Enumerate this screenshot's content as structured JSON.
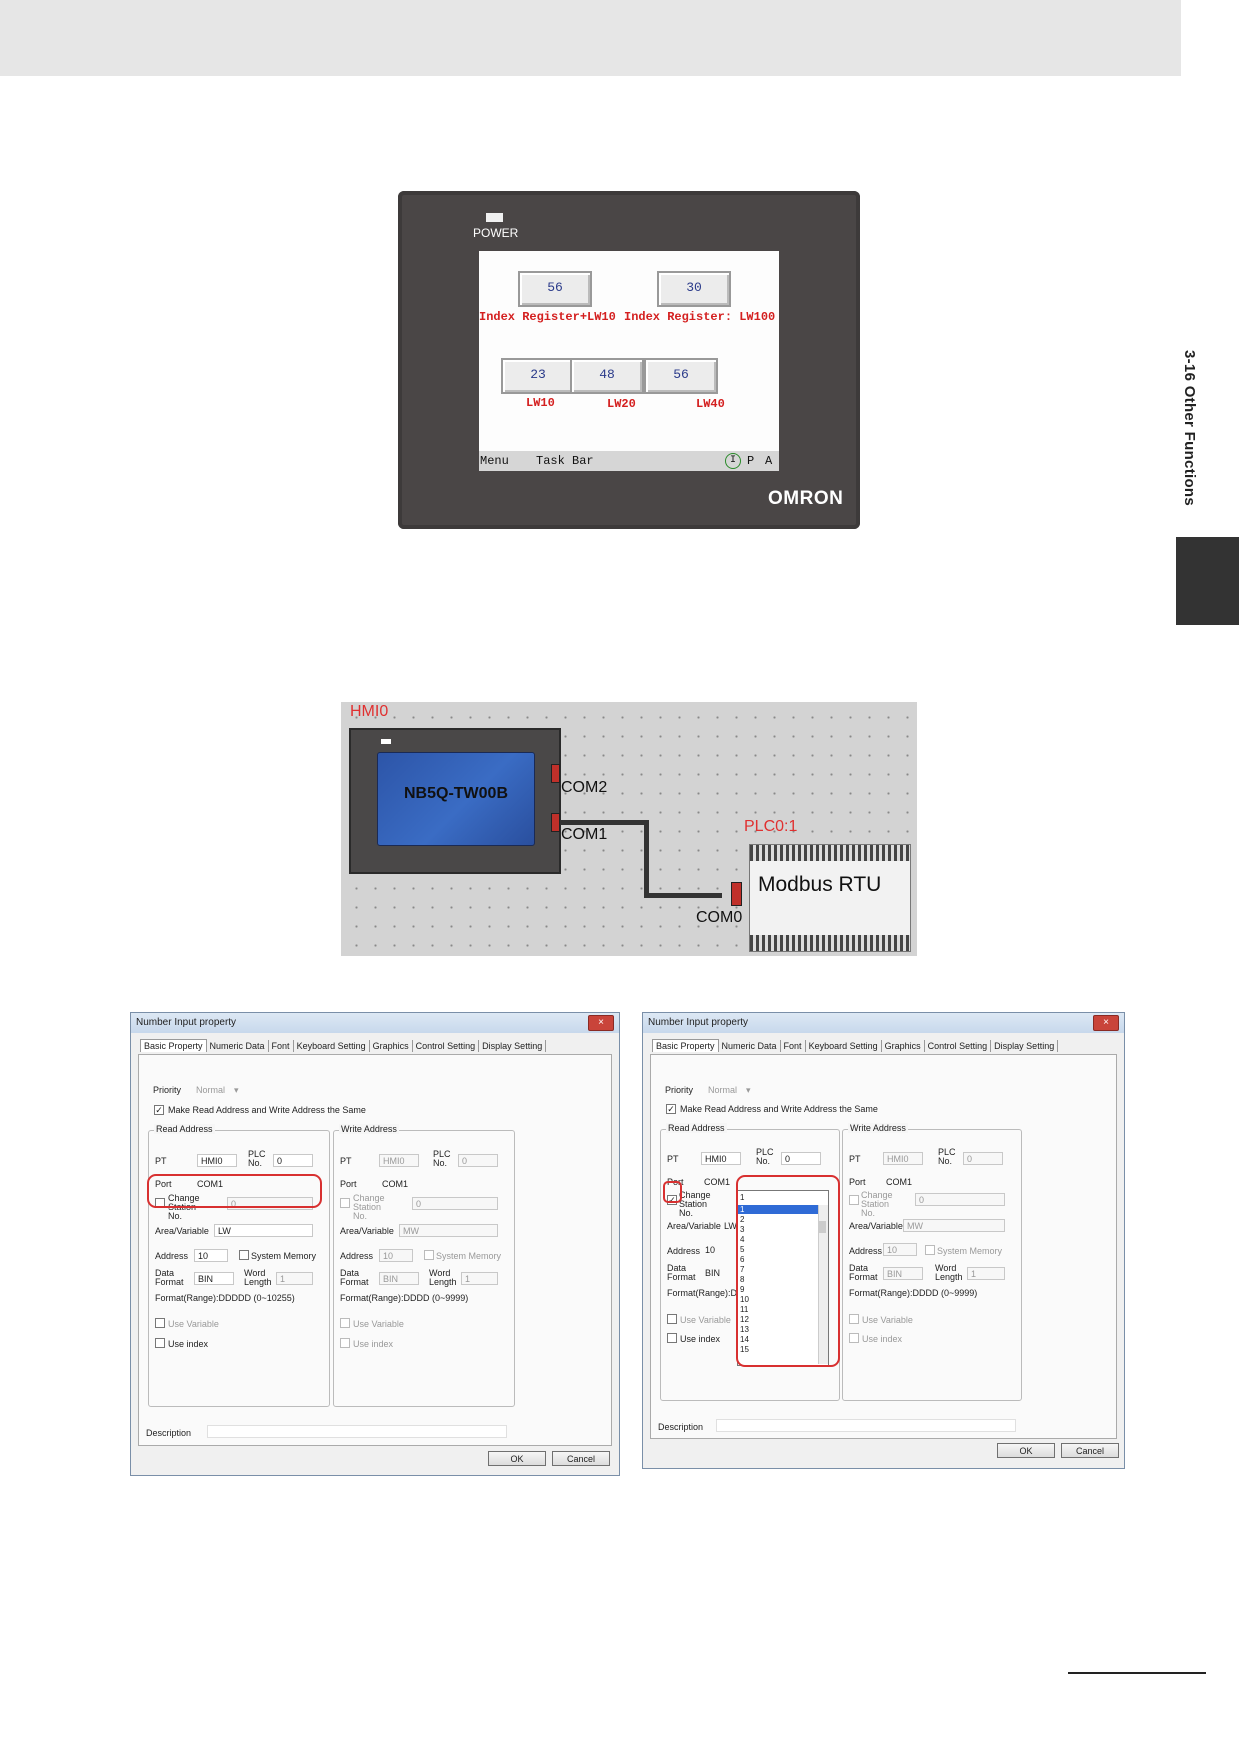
{
  "side_title": "3-16 Other Functions",
  "hmi": {
    "power_label": "POWER",
    "brand": "OMRON",
    "values": [
      "56",
      "30",
      "23",
      "48",
      "56"
    ],
    "labels": [
      "Index Register+LW10",
      "Index Register: LW100",
      "LW10",
      "LW20",
      "LW40"
    ],
    "taskbar": {
      "menu": "Menu",
      "task_bar": "Task Bar",
      "icons": [
        "I",
        "P",
        "A"
      ]
    }
  },
  "network": {
    "hmi_label": "HMI0",
    "device_name": "NB5Q-TW00B",
    "com2": "COM2",
    "com1": "COM1",
    "plc_label": "PLC0:1",
    "protocol": "Modbus RTU",
    "com0": "COM0"
  },
  "dialog_common": {
    "title": "Number Input property",
    "close": "×",
    "tabs": [
      "Basic Property",
      "Numeric Data",
      "Font",
      "Keyboard Setting",
      "Graphics",
      "Control Setting",
      "Display Setting"
    ],
    "priority_label": "Priority",
    "priority_value": "Normal",
    "same_address": "Make Read Address and Write Address the Same",
    "read_group": "Read Address",
    "write_group": "Write Address",
    "pt_label": "PT",
    "pt_value": "HMI0",
    "plc_no_label": "PLC No.",
    "plc_no_value": "0",
    "port_label": "Port",
    "port_value": "COM1",
    "change_station": "Change Station No.",
    "area_label": "Area/Variable",
    "read_area": "LW",
    "write_area": "MW",
    "address_label": "Address",
    "address_value": "10",
    "system_memory": "System Memory",
    "data_format_label": "Data Format",
    "data_format_value": "BIN",
    "word_length_label": "Word Length",
    "word_length_value": "1",
    "read_format_range": "Format(Range):DDDDD (0~10255)",
    "read_format_range_truncated": "Format(Range):DDD",
    "write_format_range": "Format(Range):DDDD (0~9999)",
    "use_variable": "Use Variable",
    "use_index": "Use index",
    "description_label": "Description",
    "ok": "OK",
    "cancel": "Cancel"
  },
  "dialog_left": {
    "station_value": "0"
  },
  "dialog_right": {
    "station_value": "1",
    "dropdown_items": [
      "1",
      "2",
      "3",
      "4",
      "5",
      "6",
      "7",
      "8",
      "9",
      "10",
      "11",
      "12",
      "13",
      "14",
      "15"
    ]
  }
}
